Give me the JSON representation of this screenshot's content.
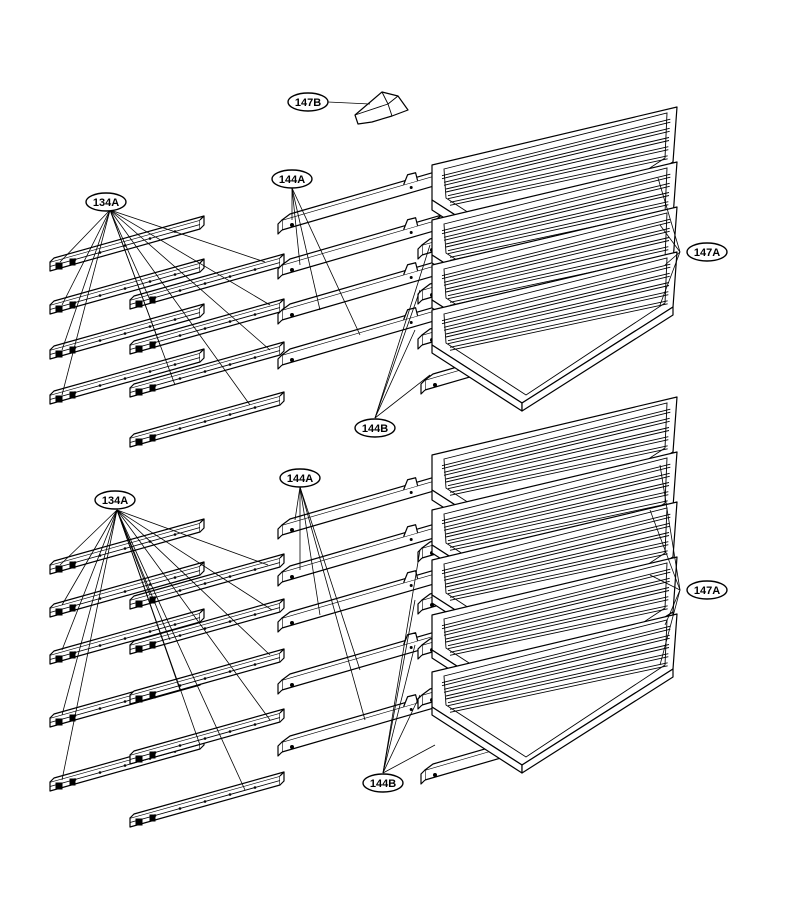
{
  "callouts": {
    "c147B": "147B",
    "c144A_top": "144A",
    "c134A_top": "134A",
    "c147A_top": "147A",
    "c144B_top": "144B",
    "c144A_bot": "144A",
    "c134A_bot": "134A",
    "c147A_bot": "147A",
    "c144B_bot": "144B"
  },
  "colors": {
    "line": "#000000",
    "background": "#ffffff"
  }
}
